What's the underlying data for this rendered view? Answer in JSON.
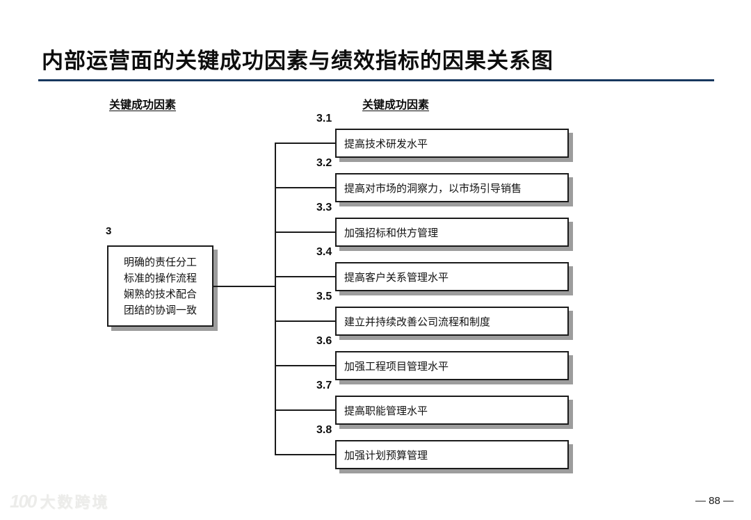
{
  "page": {
    "title": "内部运营面的关键成功因素与绩效指标的因果关系图",
    "page_number": "— 88 —",
    "watermark_mark": "100",
    "watermark_text": "大数跨境"
  },
  "diagram": {
    "left_header": "关键成功因素",
    "right_header": "关键成功因素",
    "source": {
      "label": "3",
      "lines": [
        "明确的责任分工",
        "标准的操作流程",
        "娴熟的技术配合",
        "团结的协调一致"
      ]
    },
    "factors": [
      {
        "label": "3.1",
        "text": "提高技术研发水平"
      },
      {
        "label": "3.2",
        "text": "提高对市场的洞察力，以市场引导销售"
      },
      {
        "label": "3.3",
        "text": "加强招标和供方管理"
      },
      {
        "label": "3.4",
        "text": "提高客户关系管理水平"
      },
      {
        "label": "3.5",
        "text": "建立并持续改善公司流程和制度"
      },
      {
        "label": "3.6",
        "text": "加强工程项目管理水平"
      },
      {
        "label": "3.7",
        "text": "提高职能管理水平"
      },
      {
        "label": "3.8",
        "text": "加强计划预算管理"
      }
    ],
    "colors": {
      "divider": "#17375e",
      "box_border": "#1a1a1a",
      "box_shadow": "#9d9d9d",
      "connector": "#1a1a1a"
    }
  }
}
